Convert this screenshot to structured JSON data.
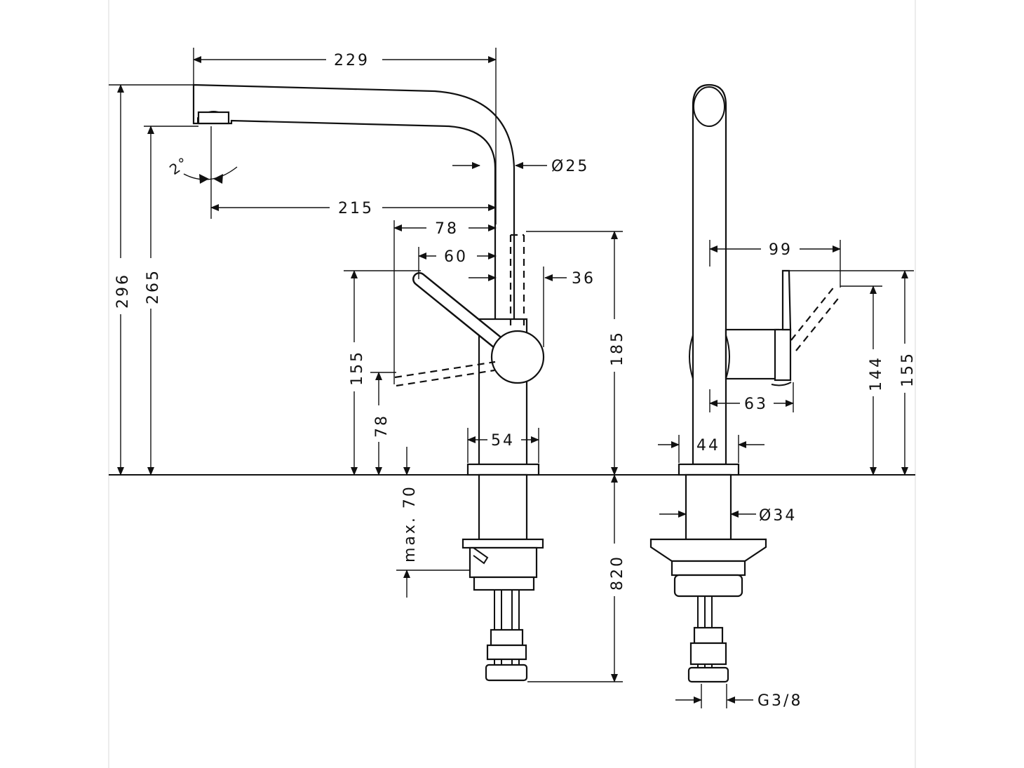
{
  "front_view": {
    "dim_spout_reach_total": "229",
    "dim_spout_reach_outlet": "215",
    "dim_spout_diameter": "Ø25",
    "dim_height_total": "296",
    "dim_outlet_height": "265",
    "dim_spray_angle": "2°",
    "dim_lever_offset": "78",
    "dim_lever_offset_inner": "60",
    "dim_lever_width": "36",
    "dim_lever_height": "155",
    "dim_lever_low_height": "78",
    "dim_body_width": "54",
    "dim_upper_height": "185",
    "dim_max_thickness": "max. 70",
    "dim_below_height": "820"
  },
  "side_view": {
    "dim_lever_reach": "99",
    "dim_handle_height": "144",
    "dim_handle_total": "155",
    "dim_handle_depth": "63",
    "dim_body_width": "44",
    "dim_shank_diameter": "Ø34",
    "dim_thread": "G3/8"
  }
}
